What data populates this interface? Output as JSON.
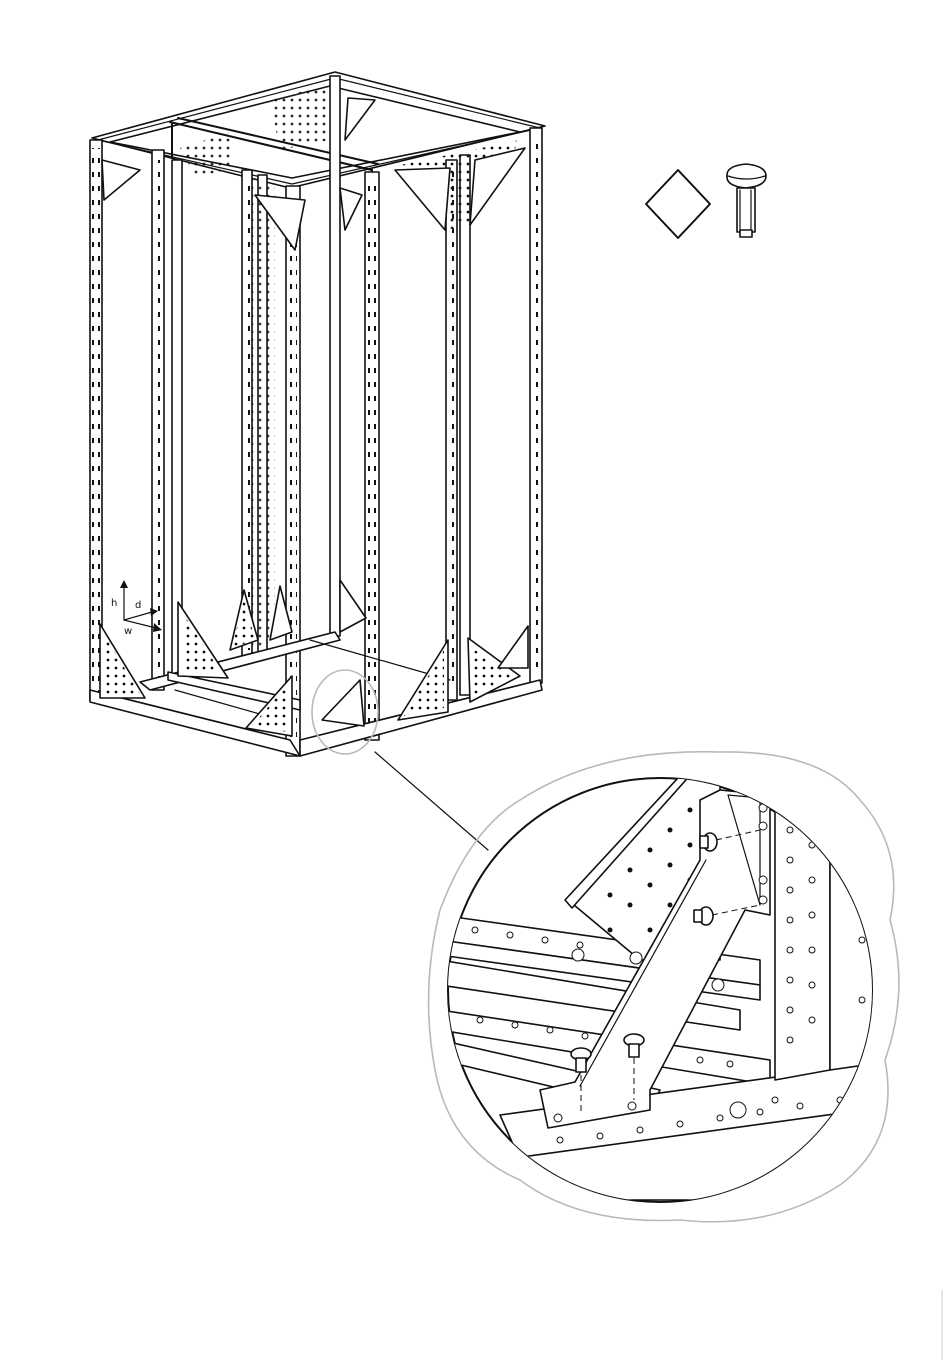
{
  "axes": {
    "h": "h",
    "d": "d",
    "w": "w"
  },
  "symbols": {
    "diamond": "diamond-symbol",
    "screw": "screw-icon"
  },
  "colors": {
    "line": "#111111",
    "paper": "#ffffff",
    "halo": "#bdbdbd"
  }
}
